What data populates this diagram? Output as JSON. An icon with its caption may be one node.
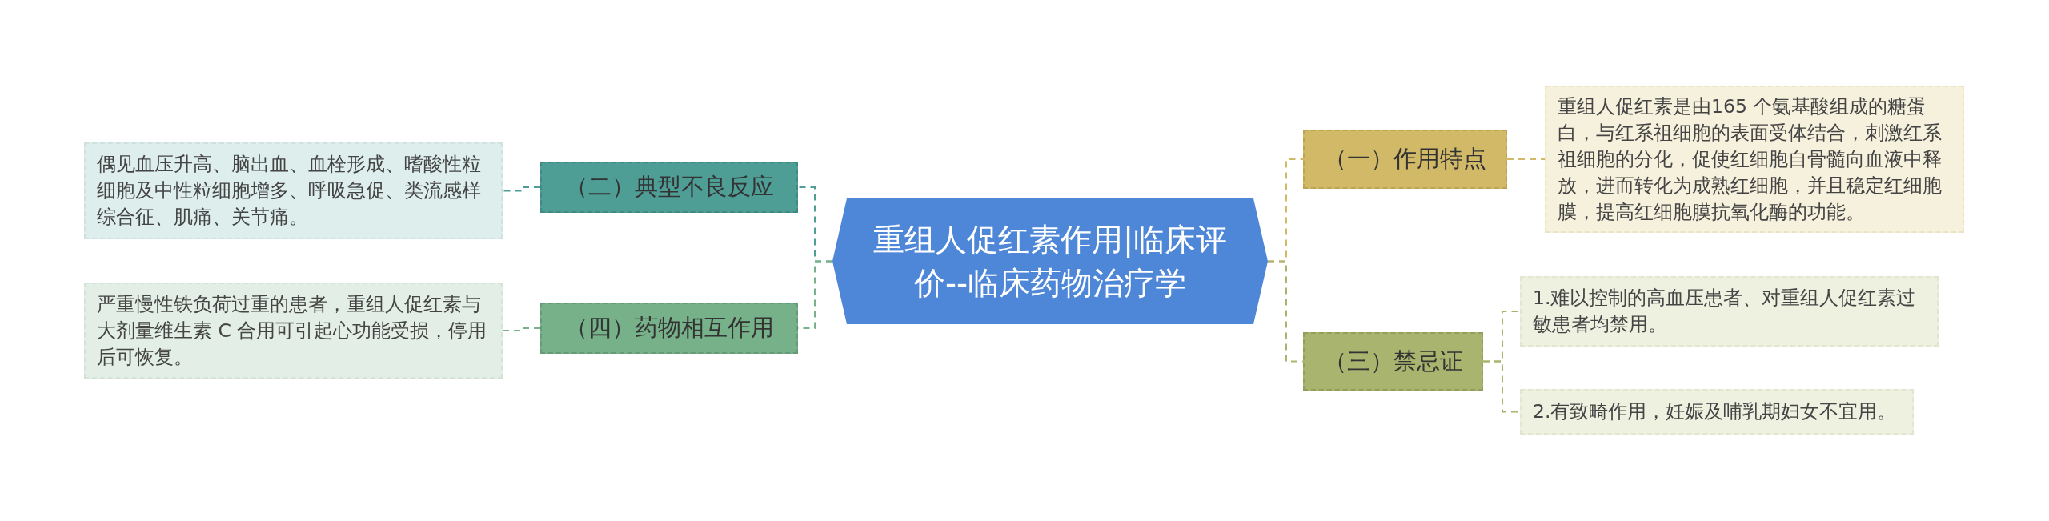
{
  "diagram": {
    "nodes": [
      {
        "text": [
          "重组人促红素作用|临床评价--临床药物治疗学"
        ]
      },
      {
        "text": [
          "（二）典型不良反应"
        ]
      },
      {
        "text": [
          "偶见血压升高、脑出血、血栓形成、嗜酸性粒细胞及中性粒细胞增多、呼吸急促、类流感样综合征、肌痛、关节痛。"
        ]
      },
      {
        "text": [
          "（四）药物相互作用"
        ]
      },
      {
        "text": [
          "严重慢性铁负荷过重的患者，重组人促红素与大剂量维生素 C 合用可引起心功能受损，停用后可恢复。"
        ]
      },
      {
        "text": [
          "（一）作用特点"
        ]
      },
      {
        "text": [
          "重组人促红素是由165 个氨基酸组成的糖蛋白，与红系祖细胞的表面受体结合，刺激红系祖细胞的分化，促使红细胞自骨髓向血液中释放，进而转化为成熟红细胞，并且稳定红细胞膜，提高红细胞膜抗氧化酶的功能。"
        ]
      },
      {
        "text": [
          "（三）禁忌证"
        ]
      },
      {
        "text": [
          "1.难以控制的高血压患者、对重组人促红素过敏患者均禁用。"
        ]
      },
      {
        "text": [
          "2.有致畸作用，妊娠及哺乳期妇女不宜用。"
        ]
      }
    ],
    "edges": [
      {
        "from": 0,
        "to": 1,
        "arrow": "none",
        "style": "dashed",
        "color": "#4f9e96"
      },
      {
        "from": 1,
        "to": 2,
        "arrow": "none",
        "style": "dashed",
        "color": "#4f9e96"
      },
      {
        "from": 0,
        "to": 3,
        "arrow": "none",
        "style": "dashed",
        "color": "#77b18a"
      },
      {
        "from": 3,
        "to": 4,
        "arrow": "none",
        "style": "dashed",
        "color": "#77b18a"
      },
      {
        "from": 0,
        "to": 5,
        "arrow": "none",
        "style": "dashed",
        "color": "#d1b968"
      },
      {
        "from": 5,
        "to": 6,
        "arrow": "none",
        "style": "dashed",
        "color": "#d1b968"
      },
      {
        "from": 0,
        "to": 7,
        "arrow": "none",
        "style": "dashed",
        "color": "#a9b46f"
      },
      {
        "from": 7,
        "to": 8,
        "arrow": "none",
        "style": "dashed",
        "color": "#a9b46f"
      },
      {
        "from": 7,
        "to": 9,
        "arrow": "none",
        "style": "dashed",
        "color": "#a9b46f"
      }
    ]
  }
}
